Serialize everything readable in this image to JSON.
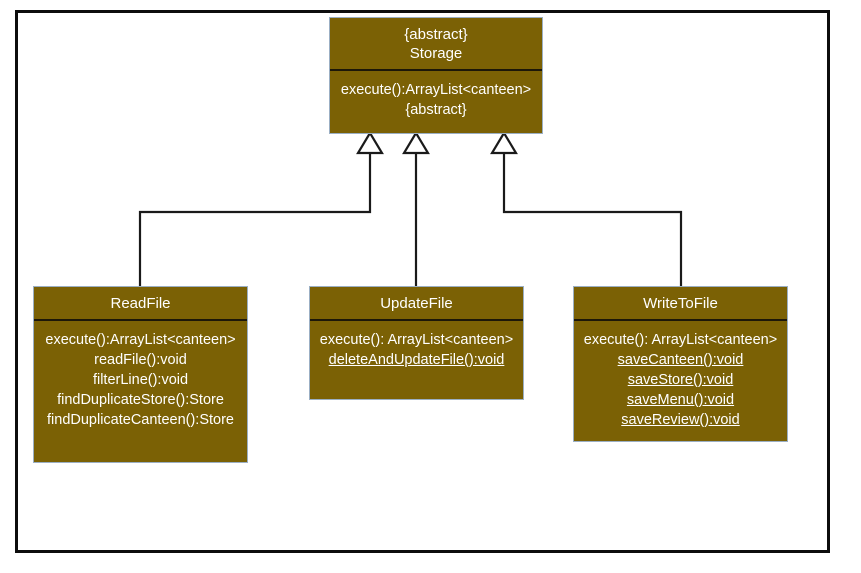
{
  "diagram": {
    "type": "uml-class-diagram",
    "relationship": "generalization",
    "colors": {
      "class_fill": "#7B6105",
      "class_border": "#9BAFC4",
      "class_text": "#FFFFFF",
      "divider": "#1C1709",
      "connector": "#1A1A1A",
      "frame": "#0D0D0D",
      "background": "#FFFFFF"
    },
    "classes": [
      {
        "id": "storage",
        "stereotype": "{abstract}",
        "name": "Storage",
        "members": [
          {
            "text": "execute():ArrayList<canteen>",
            "static": false
          },
          {
            "text": "{abstract}",
            "static": false
          }
        ]
      },
      {
        "id": "readfile",
        "stereotype": "",
        "name": "ReadFile",
        "members": [
          {
            "text": "execute():ArrayList<canteen>",
            "static": false
          },
          {
            "text": "readFile():void",
            "static": false
          },
          {
            "text": "filterLine():void",
            "static": false
          },
          {
            "text": "findDuplicateStore():Store",
            "static": false
          },
          {
            "text": "findDuplicateCanteen():Store",
            "static": false
          }
        ]
      },
      {
        "id": "updatefile",
        "stereotype": "",
        "name": "UpdateFile",
        "members": [
          {
            "text": "execute(): ArrayList<canteen>",
            "static": false
          },
          {
            "text": "deleteAndUpdateFile():void",
            "static": true
          }
        ]
      },
      {
        "id": "writetofile",
        "stereotype": "",
        "name": "WriteToFile",
        "members": [
          {
            "text": "execute(): ArrayList<canteen>",
            "static": false
          },
          {
            "text": "saveCanteen():void",
            "static": true
          },
          {
            "text": "saveStore():void",
            "static": true
          },
          {
            "text": "saveMenu():void",
            "static": true
          },
          {
            "text": "saveReview():void",
            "static": true
          }
        ]
      }
    ]
  }
}
